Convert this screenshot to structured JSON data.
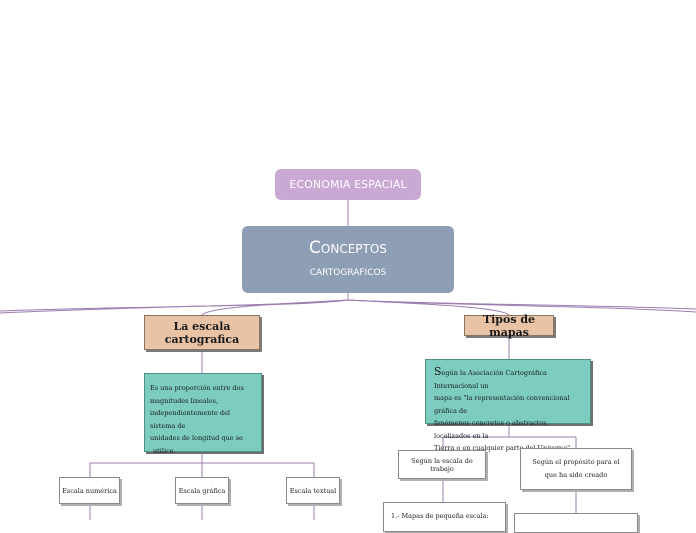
{
  "root": {
    "label": "ECONOMIA ESPACIAL"
  },
  "main": {
    "line1": "Conceptos",
    "line2": "cartograficos"
  },
  "left_branch": {
    "title_line1": "La escala",
    "title_line2": "cartografica",
    "description_lines": [
      "Es una proporción entre dos",
      "magnitudes lineales,",
      "independientemente del sistema de",
      "unidades de longitud que se",
      "utilice."
    ],
    "children": [
      "Escala numérica",
      "Escala gráfica",
      "Escala textual"
    ]
  },
  "right_branch": {
    "title": "Tipos de mapas",
    "description_initial": "S",
    "description_lines": [
      "egún la Asociación Cartográfica Internacional un",
      "mapa es \"la representación convencional gráfica de",
      "fenómenos concretos o abstractos, localizados en la",
      "Tierra o en cualquier parte del Universo\"."
    ],
    "children": [
      "Según la escala de trabajo",
      "Según el propósito para el que ha sido creado"
    ],
    "grandchild": "1.- Mapas de pequeña escala:"
  },
  "colors": {
    "root_fill": "#c9a8d4",
    "main_fill": "#8e9eb5",
    "tan_fill": "#e8c3a5",
    "teal_fill": "#7ccdc0",
    "connector": "#9c7cb0"
  }
}
